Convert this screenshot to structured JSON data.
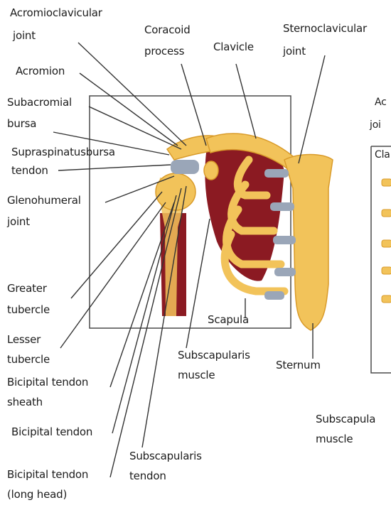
{
  "diagram": {
    "labels": {
      "acromioclavicular_1": "Acromioclavicular",
      "acromioclavicular_2": "joint",
      "coracoid_1": "Coracoid",
      "coracoid_2": "process",
      "clavicle": "Clavicle",
      "sternoclavicular_1": "Sternoclavicular",
      "sternoclavicular_2": "joint",
      "acromion": "Acromion",
      "subacromial_1": "Subacromial",
      "subacromial_2": "bursa",
      "supraspinatus_1": "Supraspinatusbursa",
      "supraspinatus_2": "tendon",
      "glenohumeral_1": "Glenohumeral",
      "glenohumeral_2": "joint",
      "greater_1": "Greater",
      "greater_2": "tubercle",
      "lesser_1": "Lesser",
      "lesser_2": "tubercle",
      "sheath_1": "Bicipital tendon",
      "sheath_2": "sheath",
      "bicipital": "Bicipital tendon",
      "long_1": "Bicipital tendon",
      "long_2": "(long head)",
      "subscap_tendon_1": "Subscapularis",
      "subscap_tendon_2": "tendon",
      "subscap_muscle_1": "Subscapularis",
      "subscap_muscle_2": "muscle",
      "scapula": "Scapula",
      "sternum": "Sternum",
      "right_ac_1": "Ac",
      "right_ac_2": "joi",
      "right_cla": "Cla",
      "right_subscap_1": "Subscapula",
      "right_subscap_2": "muscle"
    },
    "colors": {
      "bone": "#f2c35a",
      "bone_shadow": "#d99b2a",
      "muscle": "#8b1a22",
      "cartilage": "#9aa6b8",
      "line": "#333333",
      "frame": "#4a4a4a"
    }
  }
}
